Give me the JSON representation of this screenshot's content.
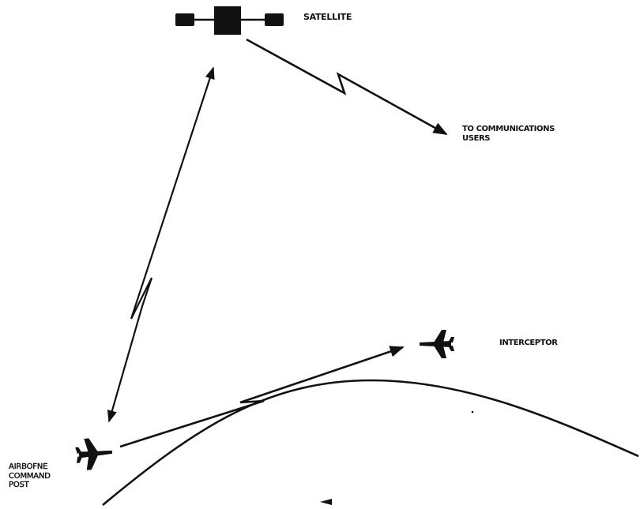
{
  "labels": {
    "satellite": "SATELLITE",
    "communications_users": [
      "TO COMMUNICATIONS",
      "USERS"
    ],
    "interceptor": "INTERCEPTOR",
    "airborne_command_post": [
      "AIRBOFNE",
      "COMMAND",
      "POST"
    ]
  },
  "colors": {
    "ink": "#111111",
    "background": "#ffffff"
  },
  "icons": [
    "satellite-icon",
    "command-post-aircraft-icon",
    "interceptor-aircraft-icon"
  ]
}
